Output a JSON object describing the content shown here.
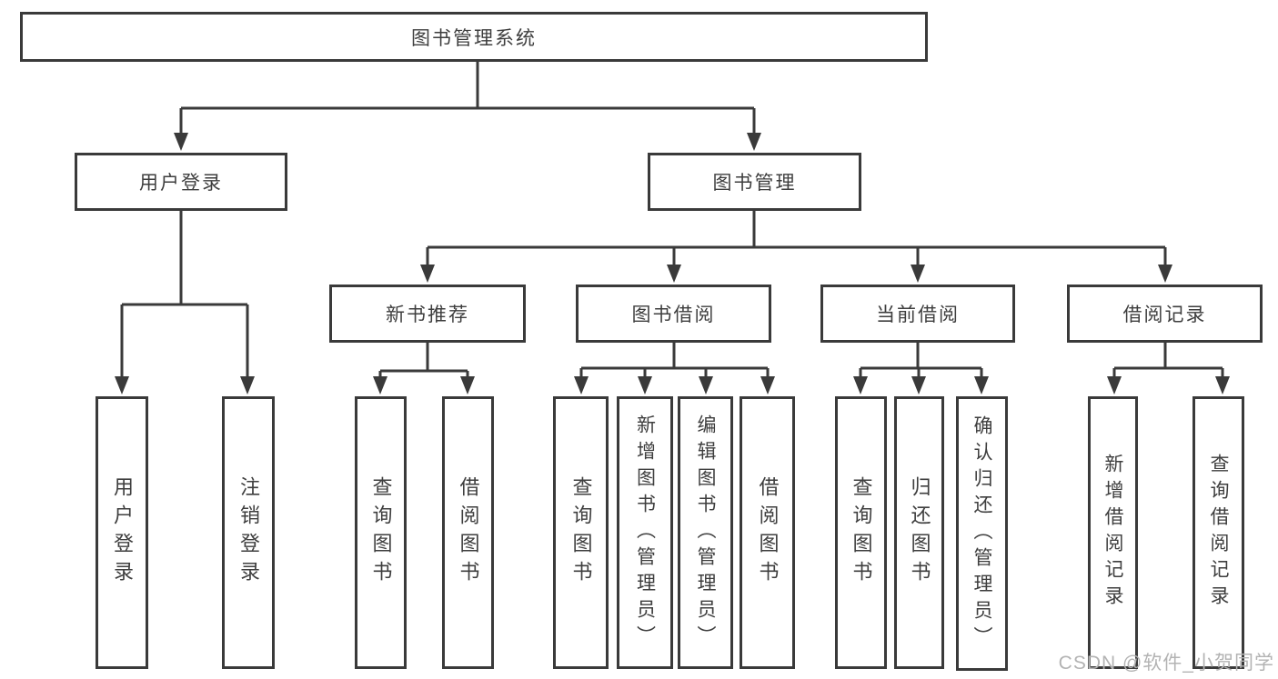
{
  "diagram": {
    "type": "hierarchy-tree",
    "root": {
      "label": "图书管理系统"
    },
    "branches": [
      {
        "label": "用户登录",
        "children": [
          {
            "label": "用户登录"
          },
          {
            "label": "注销登录"
          }
        ]
      },
      {
        "label": "图书管理",
        "children": [
          {
            "label": "新书推荐",
            "children": [
              {
                "label": "查询图书"
              },
              {
                "label": "借阅图书"
              }
            ]
          },
          {
            "label": "图书借阅",
            "children": [
              {
                "label": "查询图书"
              },
              {
                "label": "新增图书（管理员）"
              },
              {
                "label": "编辑图书（管理员）"
              },
              {
                "label": "借阅图书"
              }
            ]
          },
          {
            "label": "当前借阅",
            "children": [
              {
                "label": "查询图书"
              },
              {
                "label": "归还图书"
              },
              {
                "label": "确认归还（管理员）"
              }
            ]
          },
          {
            "label": "借阅记录",
            "children": [
              {
                "label": "新增借阅记录"
              },
              {
                "label": "查询借阅记录"
              }
            ]
          }
        ]
      }
    ]
  },
  "watermark": {
    "text": "CSDN @软件_小贺同学"
  },
  "colors": {
    "line": "#3a3a3a",
    "box_border": "#3a3a3a",
    "text": "#3e3e3e",
    "watermark": "#b3b3b3",
    "background": "#ffffff"
  }
}
